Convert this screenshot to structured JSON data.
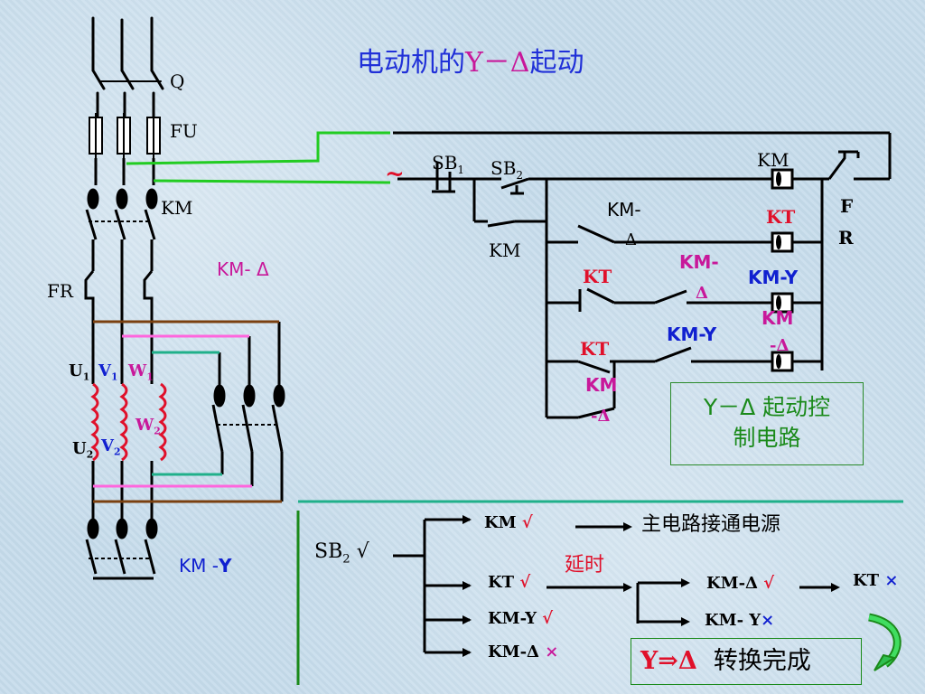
{
  "title": {
    "text": "电动机的",
    "accent": "Y－Δ",
    "text2": "起动"
  },
  "power": {
    "q": "Q",
    "fu": "FU",
    "km": "KM",
    "fr": "FR",
    "km_delta": "KM- Δ",
    "u1": "U",
    "u1_sub": "1",
    "v1": "V",
    "v1_sub": "1",
    "w1": "W",
    "w1_sub": "1",
    "u2": "U",
    "u2_sub": "2",
    "v2": "V",
    "v2_sub": "2",
    "w2": "W",
    "w2_sub": "2",
    "km_y_prefix": "KM -",
    "km_y_suffix": "Y"
  },
  "control": {
    "tilde": "~",
    "sb1": "SB",
    "sb1_sub": "1",
    "sb2": "SB",
    "sb2_sub": "2",
    "km_top": "KM",
    "fr_f": "F",
    "fr_r": "R",
    "km_hold": "KM",
    "km_delta_nc": "KM-",
    "km_delta_nc2": "Δ",
    "kt_coil": "KT",
    "kt_nc": "KT",
    "km_delta_nc_b": "KM-",
    "km_delta_nc_b2": "Δ",
    "km_y_coil": "KM-Y",
    "km_delta_coil": "KM",
    "km_delta_coil2": "-Δ",
    "km_y_nc": "KM-Y",
    "kt_no": "KT",
    "km_delta_hold": "KM",
    "km_delta_hold2": "-Δ",
    "box": [
      "Y－Δ 起动控",
      "制电路"
    ]
  },
  "sequence": {
    "sb2": "SB",
    "sb2_sub": "2",
    "sb2_check": "√",
    "b1": "KM",
    "b1_check": "√",
    "b1_result": "主电路接通电源",
    "b2": "KT",
    "b2_check": "√",
    "delay": "延时",
    "b3": "KM-Y",
    "b3_check": "√",
    "b4": "KM-Δ",
    "b4_cross": "×",
    "c1": "KM-Δ",
    "c1_check": "√",
    "c1_result": "KT",
    "c1_cross": "×",
    "c2": "KM- Y",
    "c2_cross": "×",
    "final": "Y⇒Δ",
    "final_text": "转换完成"
  },
  "colors": {
    "title": "#2030d8",
    "red": "#e0102a",
    "magenta": "#c8189a",
    "green": "#1a8a1a",
    "wire_green": "#22cc22",
    "teal": "#20b08a"
  }
}
